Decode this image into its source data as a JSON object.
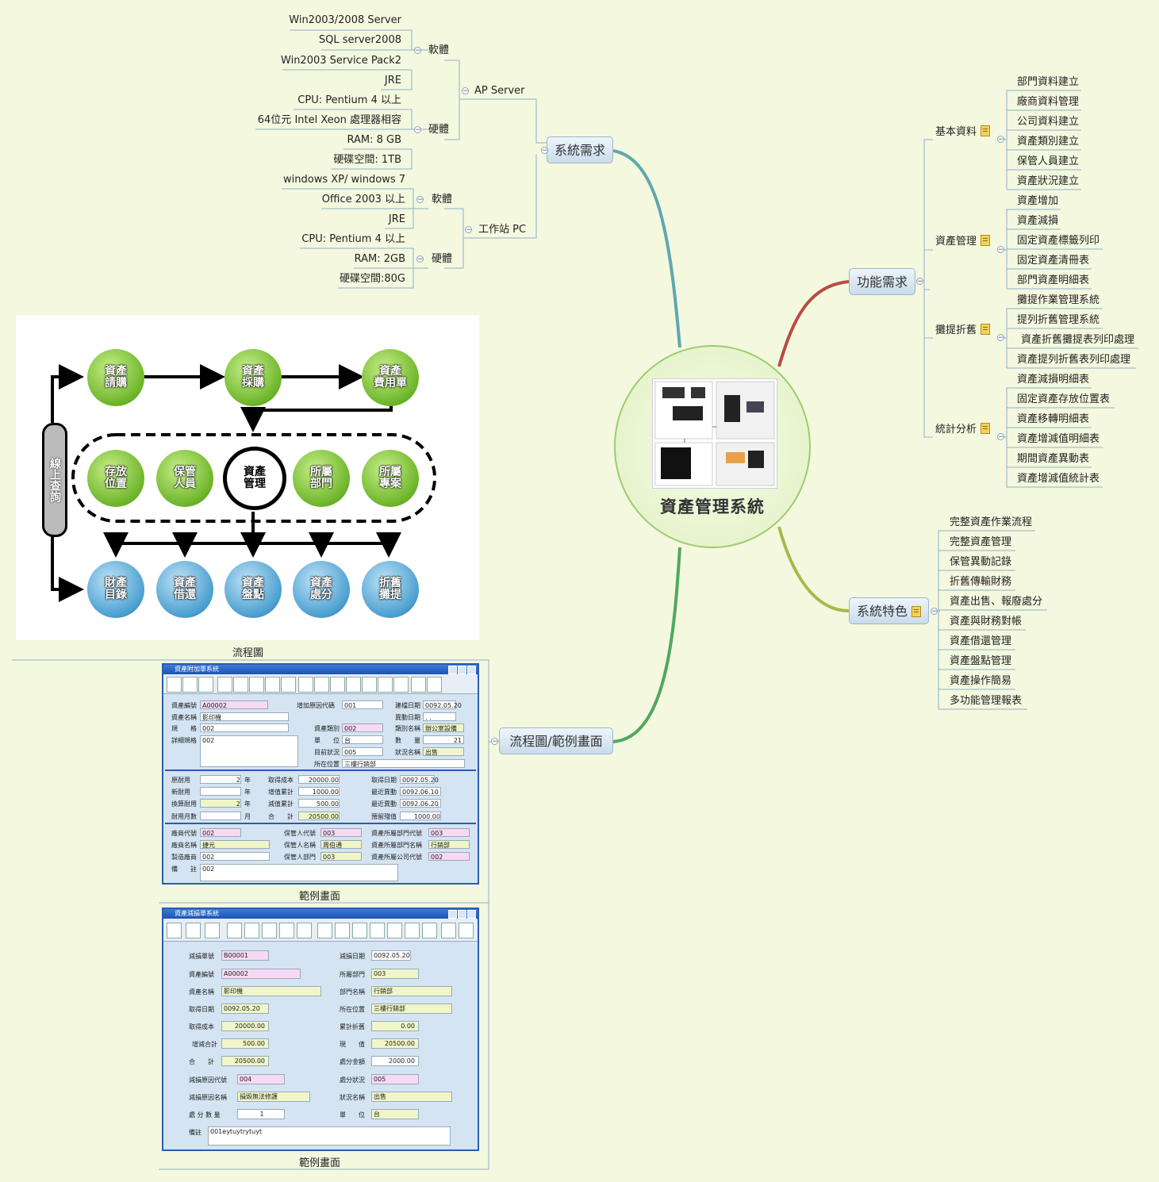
{
  "center": {
    "title": "資產管理系統"
  },
  "system_req": {
    "label": "系統需求",
    "ap_server": {
      "label": "AP  Server",
      "software": {
        "label": "軟體",
        "items": [
          "Win2003/2008 Server",
          "SQL server2008",
          "Win2003 Service Pack2",
          "JRE"
        ]
      },
      "hardware": {
        "label": "硬體",
        "items": [
          "CPU: Pentium 4 以上",
          "64位元 Intel Xeon 處理器相容",
          "RAM: 8 GB",
          "硬碟空間: 1TB"
        ]
      }
    },
    "workstation": {
      "label": "工作站 PC",
      "software": {
        "label": "軟體",
        "items": [
          "windows XP/ windows 7",
          "Office 2003 以上",
          "JRE"
        ]
      },
      "hardware": {
        "label": "硬體",
        "items": [
          "CPU: Pentium 4 以上",
          "RAM: 2GB",
          "硬碟空間:80G"
        ]
      }
    }
  },
  "function_req": {
    "label": "功能需求",
    "groups": [
      {
        "label": "基本資料",
        "items": [
          "部門資料建立",
          "廠商資料管理",
          "公司資料建立",
          "資產類別建立",
          "保管人員建立",
          "資產狀況建立"
        ]
      },
      {
        "label": "資產管理",
        "items": [
          "資產增加",
          "資產減損",
          "固定資產標籤列印",
          "固定資產清冊表",
          "部門資產明細表"
        ]
      },
      {
        "label": "攤提折舊",
        "items": [
          "攤提作業管理系統",
          "提列折舊管理系統",
          "資產折舊攤提表列印處理",
          "資產提列折舊表列印處理"
        ]
      },
      {
        "label": "統計分析",
        "items": [
          "資產減損明細表",
          "固定資產存放位置表",
          "資產移轉明細表",
          "資產增減值明細表",
          "期間資產異動表",
          "資產增減值統計表"
        ]
      }
    ]
  },
  "features": {
    "label": "系統特色",
    "items": [
      "完整資產作業流程",
      "完整資產管理",
      "保管異動記錄",
      "折舊傳輸財務",
      "資產出售、報廢處分",
      "資產與財務對帳",
      "資產借還管理",
      "資產盤點管理",
      "資產操作簡易",
      "多功能管理報表"
    ]
  },
  "flow": {
    "label": "流程圖/範例畫面",
    "caption": "流程圖",
    "side_label": "線上查詢",
    "top": [
      "資產請購",
      "資產採購",
      "資產費用單"
    ],
    "middle": [
      "存放位置",
      "保管人員",
      "資產管理",
      "所屬部門",
      "所屬專案"
    ],
    "bottom": [
      "財產目錄",
      "資產借還",
      "資產盤點",
      "資產處分",
      "折舊攤提"
    ],
    "sample_caption": "範例畫面"
  },
  "screen1": {
    "title": "資產附加單系統",
    "fields": [
      [
        "資產編號",
        "A00002"
      ],
      [
        "資產名稱",
        "影印機"
      ],
      [
        "規　　格",
        "002"
      ],
      [
        "詳細規格",
        "002"
      ],
      [
        "增加原因代碼",
        "001"
      ],
      [
        "資產類別",
        "002"
      ],
      [
        "單　　位",
        "台"
      ],
      [
        "目前狀況",
        "005"
      ],
      [
        "所在位置",
        "三樓行銷部"
      ],
      [
        "建檔日期",
        "0092.05.20"
      ],
      [
        "異動日期",
        ". ."
      ],
      [
        "類別名稱",
        "辦公室設備"
      ],
      [
        "數　　量",
        "21"
      ],
      [
        "狀況名稱",
        "出售"
      ],
      [
        "原耐用",
        "2"
      ],
      [
        "新耐用",
        ""
      ],
      [
        "換算耐用",
        "2"
      ],
      [
        "耐用月數",
        ""
      ],
      [
        "取得成本",
        "20000.00"
      ],
      [
        "增值累計",
        "1000.00"
      ],
      [
        "減值累計",
        "500.00"
      ],
      [
        "合　　計",
        "20500.00"
      ],
      [
        "取得日期",
        "0092.05.20"
      ],
      [
        "最近異動",
        "0092.06.10"
      ],
      [
        "最近異動",
        "0092.06.20"
      ],
      [
        "預留殘值",
        "1000.00"
      ],
      [
        "廠商代號",
        "002"
      ],
      [
        "廠商名稱",
        "捷元"
      ],
      [
        "製造廠商",
        "002"
      ],
      [
        "備　　註",
        "002"
      ],
      [
        "保管人代號",
        "003"
      ],
      [
        "保管人名稱",
        "周伯通"
      ],
      [
        "保管人部門",
        "003"
      ],
      [
        "資產所屬部門代號",
        "003"
      ],
      [
        "資產所屬部門名稱",
        "行銷部"
      ],
      [
        "資產所屬公司代號",
        "002"
      ]
    ],
    "units": [
      "年",
      "年",
      "年",
      "月"
    ]
  },
  "screen2": {
    "title": "資產減損單系統",
    "fields": [
      [
        "減損單號",
        "B00001"
      ],
      [
        "資產編號",
        "A00002"
      ],
      [
        "資產名稱",
        "影印機"
      ],
      [
        "取得日期",
        "0092.05.20"
      ],
      [
        "取得成本",
        "20000.00"
      ],
      [
        "增減合計",
        "500.00"
      ],
      [
        "合　　計",
        "20500.00"
      ],
      [
        "減損原因代號",
        "004"
      ],
      [
        "減損原因名稱",
        "損毀無法修護"
      ],
      [
        "處 分 數 量",
        "1"
      ],
      [
        "備註",
        "001eytuytrytuyt"
      ],
      [
        "減損日期",
        "0092.05.20"
      ],
      [
        "所屬部門",
        "003"
      ],
      [
        "部門名稱",
        "行銷部"
      ],
      [
        "所在位置",
        "三樓行銷部"
      ],
      [
        "累計折舊",
        "0.00"
      ],
      [
        "現　　值",
        "20500.00"
      ],
      [
        "處分金額",
        "2000.00"
      ],
      [
        "處分狀況",
        "005"
      ],
      [
        "狀況名稱",
        "出售"
      ],
      [
        "單　　位",
        "台"
      ]
    ]
  },
  "colors": {
    "background": "#f4f8df",
    "topic_fill": "#c9dceb",
    "green_node": "#6db52a",
    "blue_node": "#4b9fd0"
  }
}
